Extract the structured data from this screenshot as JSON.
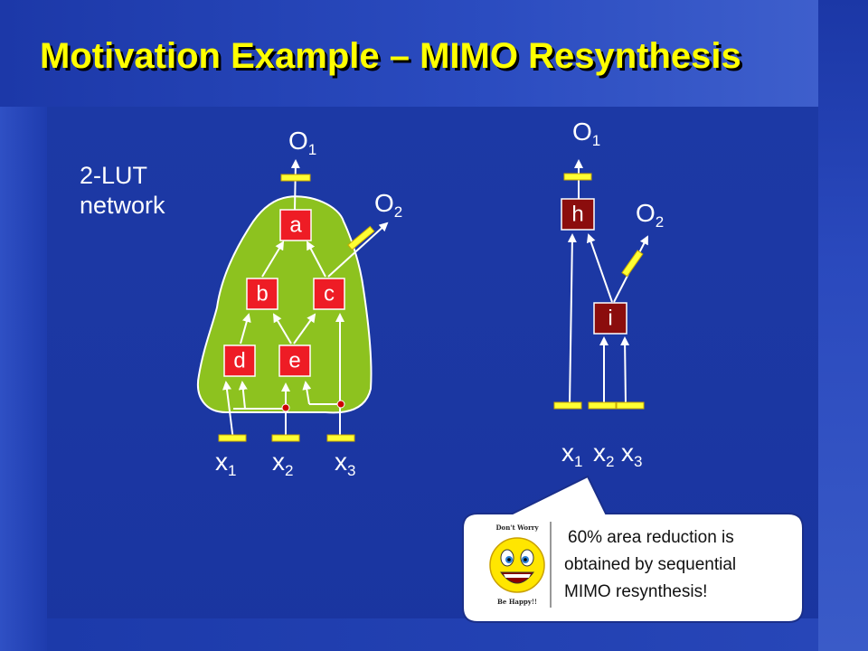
{
  "title": "Motivation Example – MIMO Resynthesis",
  "left_network": {
    "label_line1": "2-LUT",
    "label_line2": "network",
    "nodes": [
      "a",
      "b",
      "c",
      "d",
      "e"
    ],
    "outputs": [
      {
        "main": "O",
        "sub": "1"
      },
      {
        "main": "O",
        "sub": "2"
      }
    ],
    "inputs": [
      {
        "main": "x",
        "sub": "1"
      },
      {
        "main": "x",
        "sub": "2"
      },
      {
        "main": "x",
        "sub": "3"
      }
    ]
  },
  "right_network": {
    "nodes": [
      "h",
      "i"
    ],
    "outputs": [
      {
        "main": "O",
        "sub": "1"
      },
      {
        "main": "O",
        "sub": "2"
      }
    ],
    "inputs": [
      {
        "main": "x",
        "sub": "1"
      },
      {
        "main": "x",
        "sub": "2"
      },
      {
        "main": "x",
        "sub": "3"
      }
    ]
  },
  "callout": {
    "line1": "60% area reduction is",
    "line2": "obtained by sequential",
    "line3": "MIMO resynthesis!",
    "image_caption_top": "Don't Worry",
    "image_caption_bottom": "Be Happy!!",
    "border_color": "#ffffff"
  },
  "colors": {
    "title": "#ffff00",
    "background": "#1f3a9e",
    "cluster_fill": "#8dc21f",
    "left_node_fill": "#ee1c25",
    "right_node_fill": "#8b0d0d",
    "cut_marker": "#ffff33"
  }
}
